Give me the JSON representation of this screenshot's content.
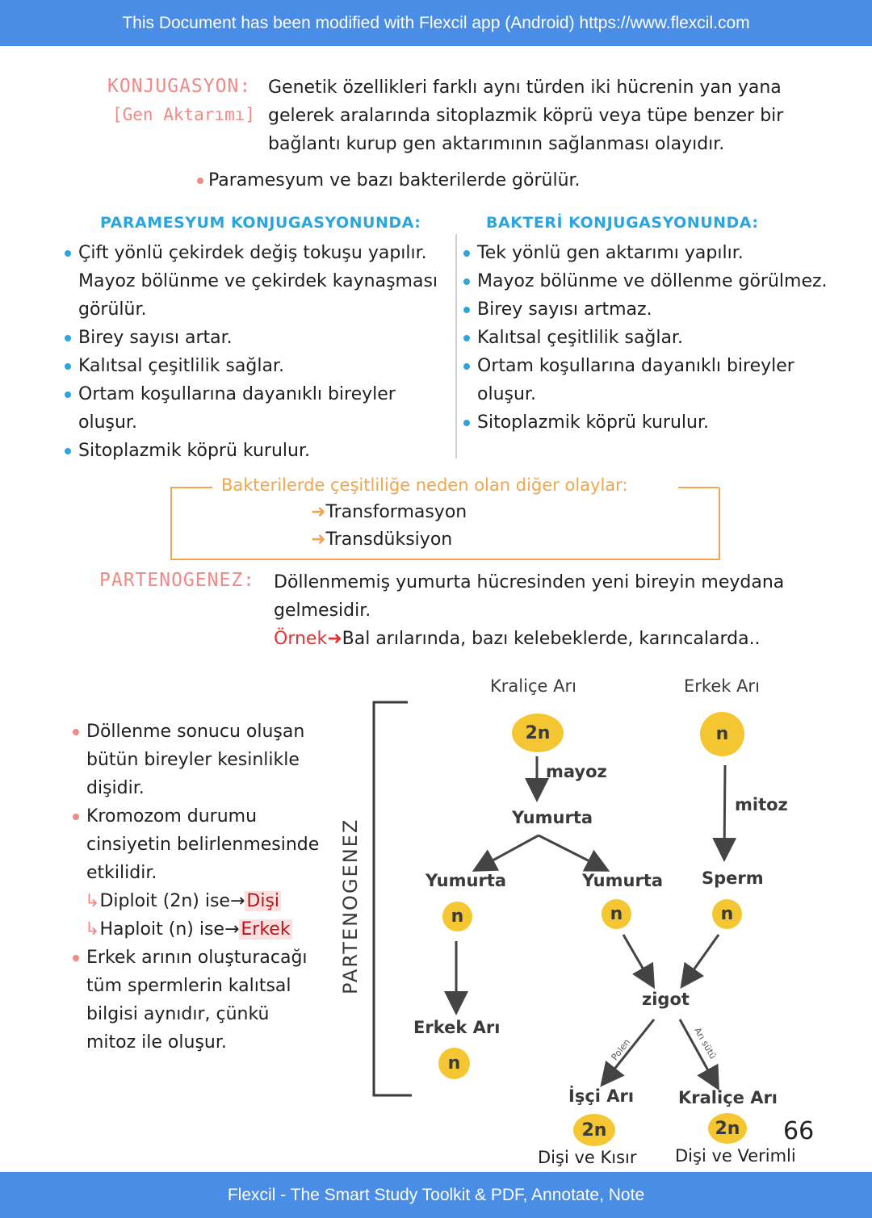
{
  "banner_top": "This Document has been modified with Flexcil app (Android) https://www.flexcil.com",
  "banner_bottom": "Flexcil - The Smart Study Toolkit & PDF, Annotate, Note",
  "konjugasyon": {
    "term": "KONJUGASYON:",
    "subterm": "[Gen Aktarımı]",
    "definition": [
      "Genetik özellikleri farklı aynı türden iki hücrenin yan yana",
      "gelerek aralarında sitoplazmik köprü veya tüpe benzer bir",
      "bağlantı kurup gen aktarımının sağlanması olayıdır."
    ],
    "note": "Paramesyum ve bazı bakterilerde görülür."
  },
  "paramesyum": {
    "heading": "PARAMESYUM KONJUGASYONUNDA:",
    "items": [
      [
        "Çift yönlü çekirdek değiş tokuşu yapılır.",
        "Mayoz bölünme ve çekirdek kaynaşması",
        "görülür."
      ],
      [
        "Birey sayısı artar."
      ],
      [
        "Kalıtsal çeşitlilik sağlar."
      ],
      [
        "Ortam koşullarına dayanıklı bireyler",
        "oluşur."
      ],
      [
        "Sitoplazmik köprü kurulur."
      ]
    ]
  },
  "bakteri": {
    "heading": "BAKTERİ KONJUGASYONUNDA:",
    "items": [
      [
        "Tek yönlü gen aktarımı yapılır."
      ],
      [
        "Mayoz bölünme ve döllenme görülmez."
      ],
      [
        "Birey sayısı artmaz."
      ],
      [
        "Kalıtsal çeşitlilik sağlar."
      ],
      [
        "Ortam koşullarına dayanıklı bireyler",
        "oluşur."
      ],
      [
        "Sitoplazmik köprü kurulur."
      ]
    ]
  },
  "diger": {
    "title": "Bakterilerde çeşitliliğe neden olan diğer olaylar:",
    "items": [
      "Transformasyon",
      "Transdüksiyon"
    ]
  },
  "partenogenez": {
    "term": "PARTENOGENEZ:",
    "definition": [
      "Döllenmemiş yumurta hücresinden yeni bireyin meydana",
      "gelmesidir."
    ],
    "example_label": "Örnek",
    "example_text": "Bal arılarında, bazı kelebeklerde, karıncalarda.."
  },
  "left_notes": {
    "n1": [
      "Döllenme sonucu oluşan",
      "bütün bireyler kesinlikle",
      "dişidir."
    ],
    "n2": [
      "Kromozom durumu",
      "cinsiyetin belirlenmesinde",
      "etkilidir."
    ],
    "sub1_prefix": "Diploit (2n) ise",
    "sub1_value": "Dişi",
    "sub2_prefix": "Haploit (n) ise",
    "sub2_value": "Erkek",
    "n3": [
      "Erkek arının oluşturacağı",
      "tüm spermlerin kalıtsal",
      "bilgisi aynıdır, çünkü",
      "mitoz ile oluşur."
    ]
  },
  "diagram": {
    "vertical_label": "PARTENOGENEZ",
    "kralice": "Kraliçe Arı",
    "erkek_top": "Erkek Arı",
    "two_n": "2n",
    "n": "n",
    "mayoz": "mayoz",
    "mitoz": "mitoz",
    "yumurta": "Yumurta",
    "sperm": "Sperm",
    "erkek_ari": "Erkek Arı",
    "zigot": "zigot",
    "polen": "Polen",
    "ari_sutu": "Arı sütü",
    "isci": "İşçi Arı",
    "kralice_bottom": "Kraliçe Arı",
    "isci_desc": "Dişi ve Kısır",
    "kralice_desc": "Dişi ve Verimli"
  },
  "page_number": "66"
}
